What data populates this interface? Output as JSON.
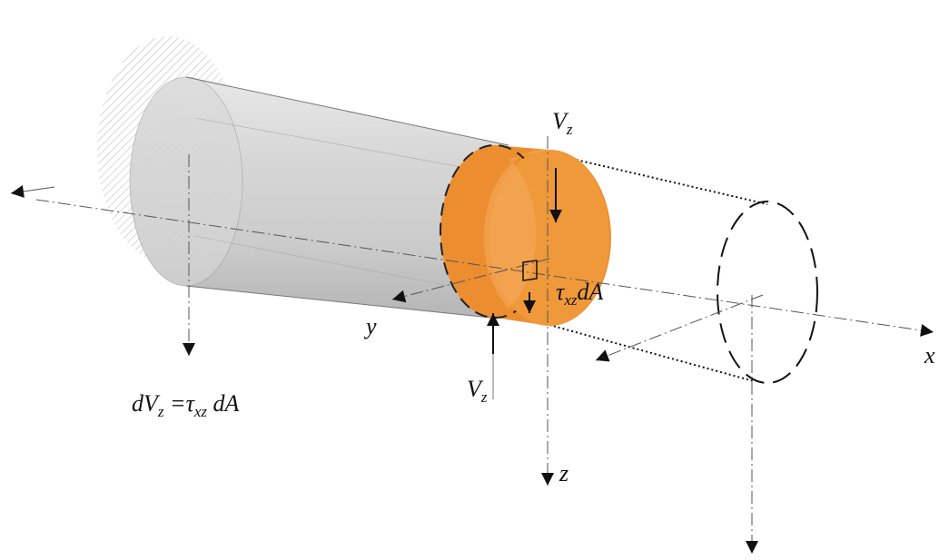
{
  "colors": {
    "orange": "#ec8e30",
    "orange_light": "#f4a550",
    "cylinder": "#c8c8c8",
    "ink": "#111111"
  },
  "labels": {
    "vz_top": {
      "main": "V",
      "sub": "z"
    },
    "vz_bottom": {
      "main": "V",
      "sub": "z"
    },
    "tau_dA": {
      "tau": "τ",
      "sub": "xz",
      "rest": "dA"
    },
    "axis_x": "x",
    "axis_y": "y",
    "axis_z": "z",
    "equation": {
      "d": "d",
      "V": "V",
      "vsub": "z",
      "eq": " =",
      "tau": "τ",
      "tsub": "xz",
      "rest": " dA"
    }
  }
}
